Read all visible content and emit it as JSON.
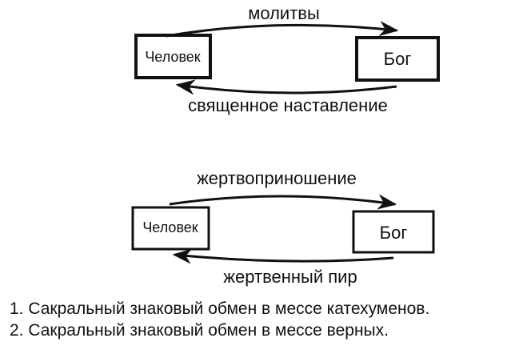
{
  "diagram_1": {
    "left_box": "Человек",
    "right_box": "Бог",
    "top_arrow_label": "молитвы",
    "bottom_arrow_label": "священное наставление"
  },
  "diagram_2": {
    "left_box": "Человек",
    "right_box": "Бог",
    "top_arrow_label": "жертвоприношение",
    "bottom_arrow_label": "жертвенный пир"
  },
  "captions": [
    "1. Сакральный знаковый обмен в мессе катехуменов.",
    "2. Сакральный знаковый обмен в мессе верных."
  ],
  "colors": {
    "ink": "#111111",
    "background": "#ffffff"
  }
}
